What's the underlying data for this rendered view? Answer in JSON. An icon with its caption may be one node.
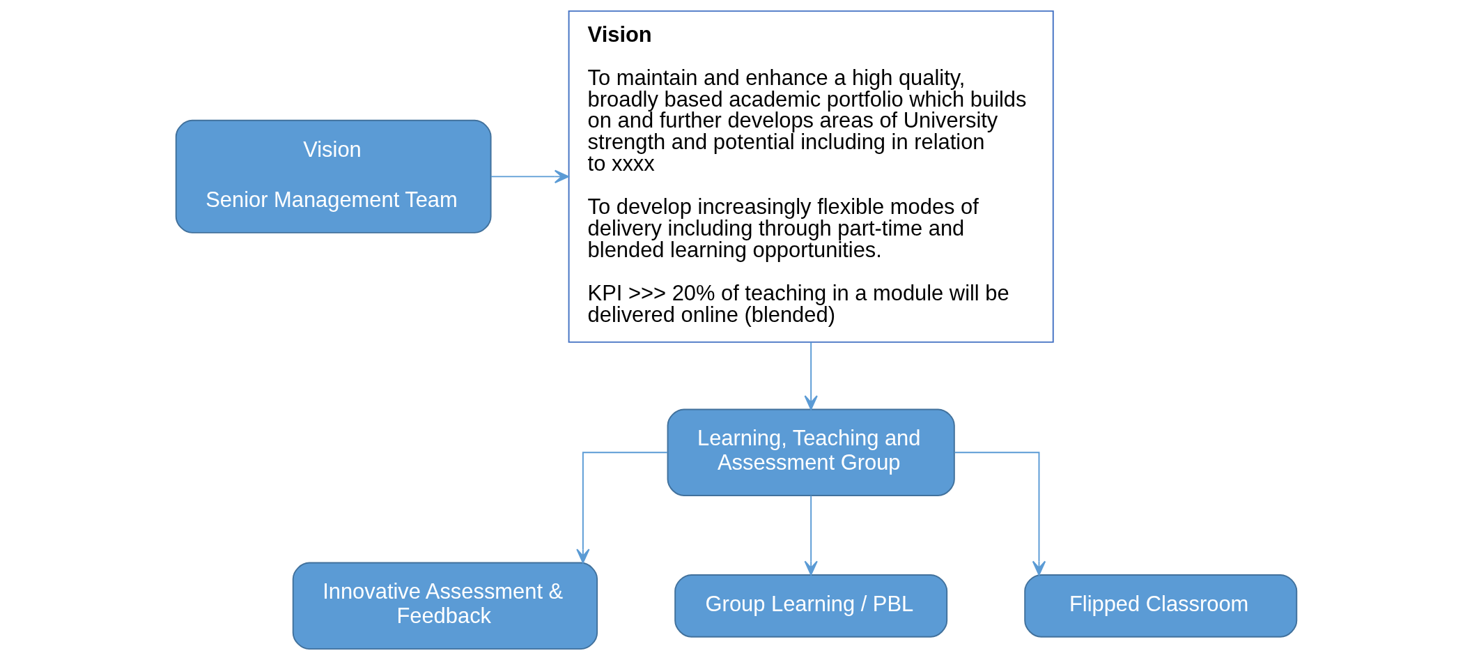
{
  "diagram": {
    "nodes": [
      {
        "text": [
          "Vision",
          "Senior Management Team"
        ]
      },
      {
        "text": [
          "Vision",
          "To maintain and enhance a high quality, broadly based academic portfolio which builds on and further develops areas of University strength and potential including in relation to xxxx",
          "To develop increasingly flexible modes of delivery including through part-time and blended learning opportunities.",
          "KPI >>> 20% of teaching in a module will be delivered online (blended)"
        ]
      },
      {
        "text": [
          "Learning, Teaching and Assessment Group"
        ]
      },
      {
        "text": [
          "Innovative Assessment & Feedback"
        ]
      },
      {
        "text": [
          "Group Learning / PBL"
        ]
      },
      {
        "text": [
          "Flipped Classroom"
        ]
      }
    ],
    "edges": [
      {
        "from": 0,
        "to": 1,
        "arrow": "to"
      },
      {
        "from": 1,
        "to": 2,
        "arrow": "to"
      },
      {
        "from": 2,
        "to": 3,
        "arrow": "to"
      },
      {
        "from": 2,
        "to": 4,
        "arrow": "to"
      },
      {
        "from": 2,
        "to": 5,
        "arrow": "to"
      }
    ]
  }
}
